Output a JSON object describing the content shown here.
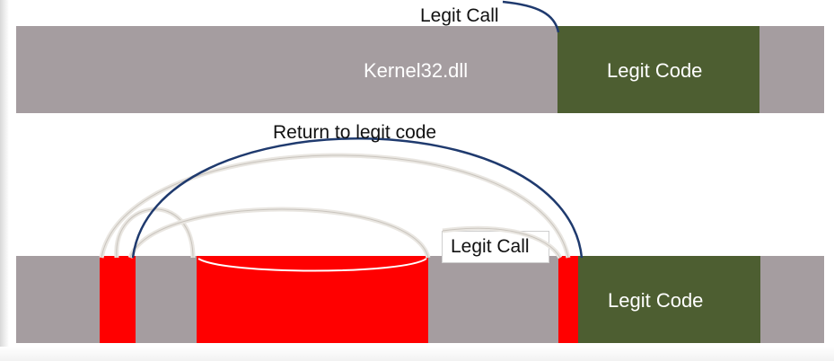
{
  "colors": {
    "dll_bar": "#a59da0",
    "legit_code": "#4d5e31",
    "injected_code": "#ff0000",
    "arc_navy": "#1f3a6e",
    "arc_grey": "#d6d2cc",
    "text_dark": "#111111",
    "text_light": "#ffffff"
  },
  "top_row": {
    "call_label": "Legit Call",
    "module_label": "Kernel32.dll",
    "legit_code_label": "Legit Code"
  },
  "bottom_row": {
    "return_label": "Return to legit code",
    "call_label": "Legit Call",
    "legit_code_label": "Legit Code"
  }
}
